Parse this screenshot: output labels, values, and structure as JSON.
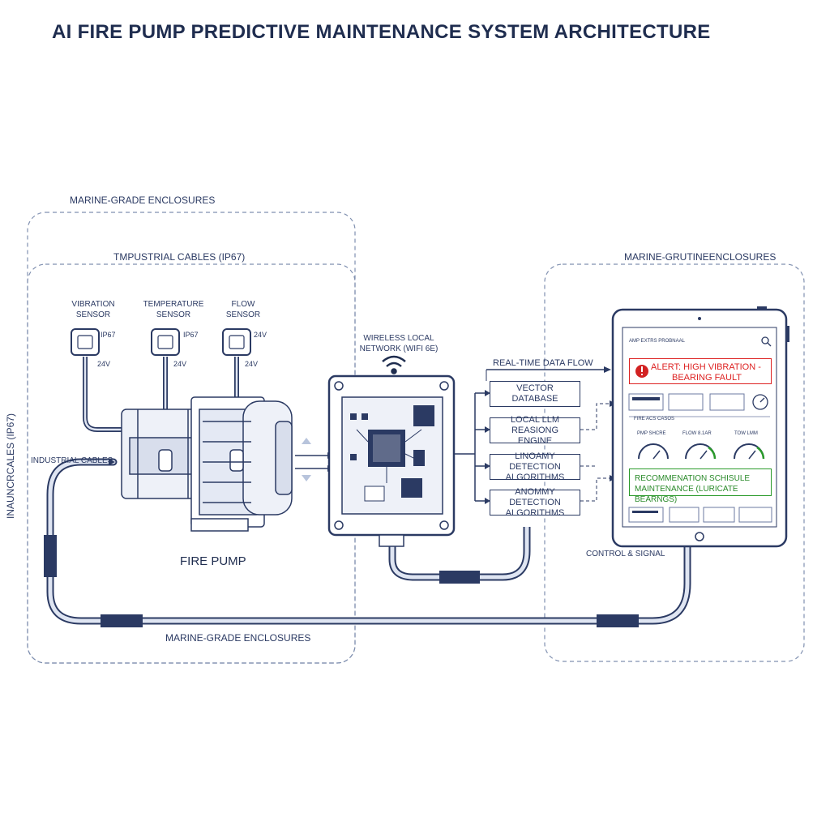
{
  "title": "AI FIRE PUMP PREDICTIVE MAINTENANCE SYSTEM ARCHITECTURE",
  "zones": {
    "left_outer": "MARINE-GRADE ENCLOSURES",
    "left_inner": "TMPUSTRIAL CABLES (IP67)",
    "right": "MARINE-GRUTINEENCLOSURES",
    "bottom": "MARINE-GRADE ENCLOSURES",
    "vertical": "INAUNCRCALES (IP67)"
  },
  "sensors": [
    {
      "name": "VIBRATION SENSOR",
      "tag1": "IP67",
      "tag2": "24V"
    },
    {
      "name": "TEMPERATURE SENSOR",
      "tag1": "IP67",
      "tag2": "24V"
    },
    {
      "name": "FLOW SENSOR",
      "tag1": "24V",
      "tag2": "24V"
    }
  ],
  "industrial_cables": "INDUSTRIAL CABLES",
  "fire_pump": "FIRE PUMP",
  "network": "WIRELESS LOCAL NETWORK (WIFI 6E)",
  "data_flow": "REAL-TIME DATA FLOW",
  "modules": [
    "VECTOR DATABASE",
    "LOCAL LLM REASIONG ENGINE",
    "LINOAMY DETECTION ALGORITHMS",
    "ANOMMY DETECTION ALGORITHMS"
  ],
  "control_signal": "CONTROL & SIGNAL",
  "tablet": {
    "header": "AMP EXTRS PROBNAAL",
    "alert_line1": "ALERT: HIGH VIBRATION -",
    "alert_line2": "BEARING FAULT",
    "section": "FIRE ACS CASOS",
    "gauges": [
      "PMP SHCRE",
      "FLOW 8.1AR",
      "TOW LMM"
    ],
    "reco_line1": "RECOMMENATION SCHISULE",
    "reco_line2": "MAINTENANCE (LURICATE BEARNGS)"
  },
  "colors": {
    "line": "#2b3a63",
    "alert": "#d22222",
    "ok": "#2a9a2a",
    "dash": "#8090b0"
  }
}
